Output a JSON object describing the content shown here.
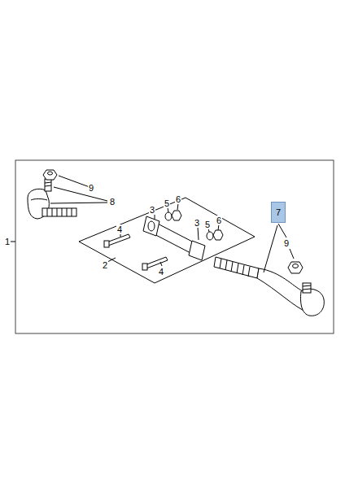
{
  "diagram": {
    "nodes": [
      {
        "text": [
          "7"
        ]
      }
    ],
    "labels": [
      "1",
      "9",
      "8",
      "3",
      "5",
      "6",
      "3",
      "5",
      "6",
      "4",
      "2",
      "4",
      "9"
    ]
  }
}
